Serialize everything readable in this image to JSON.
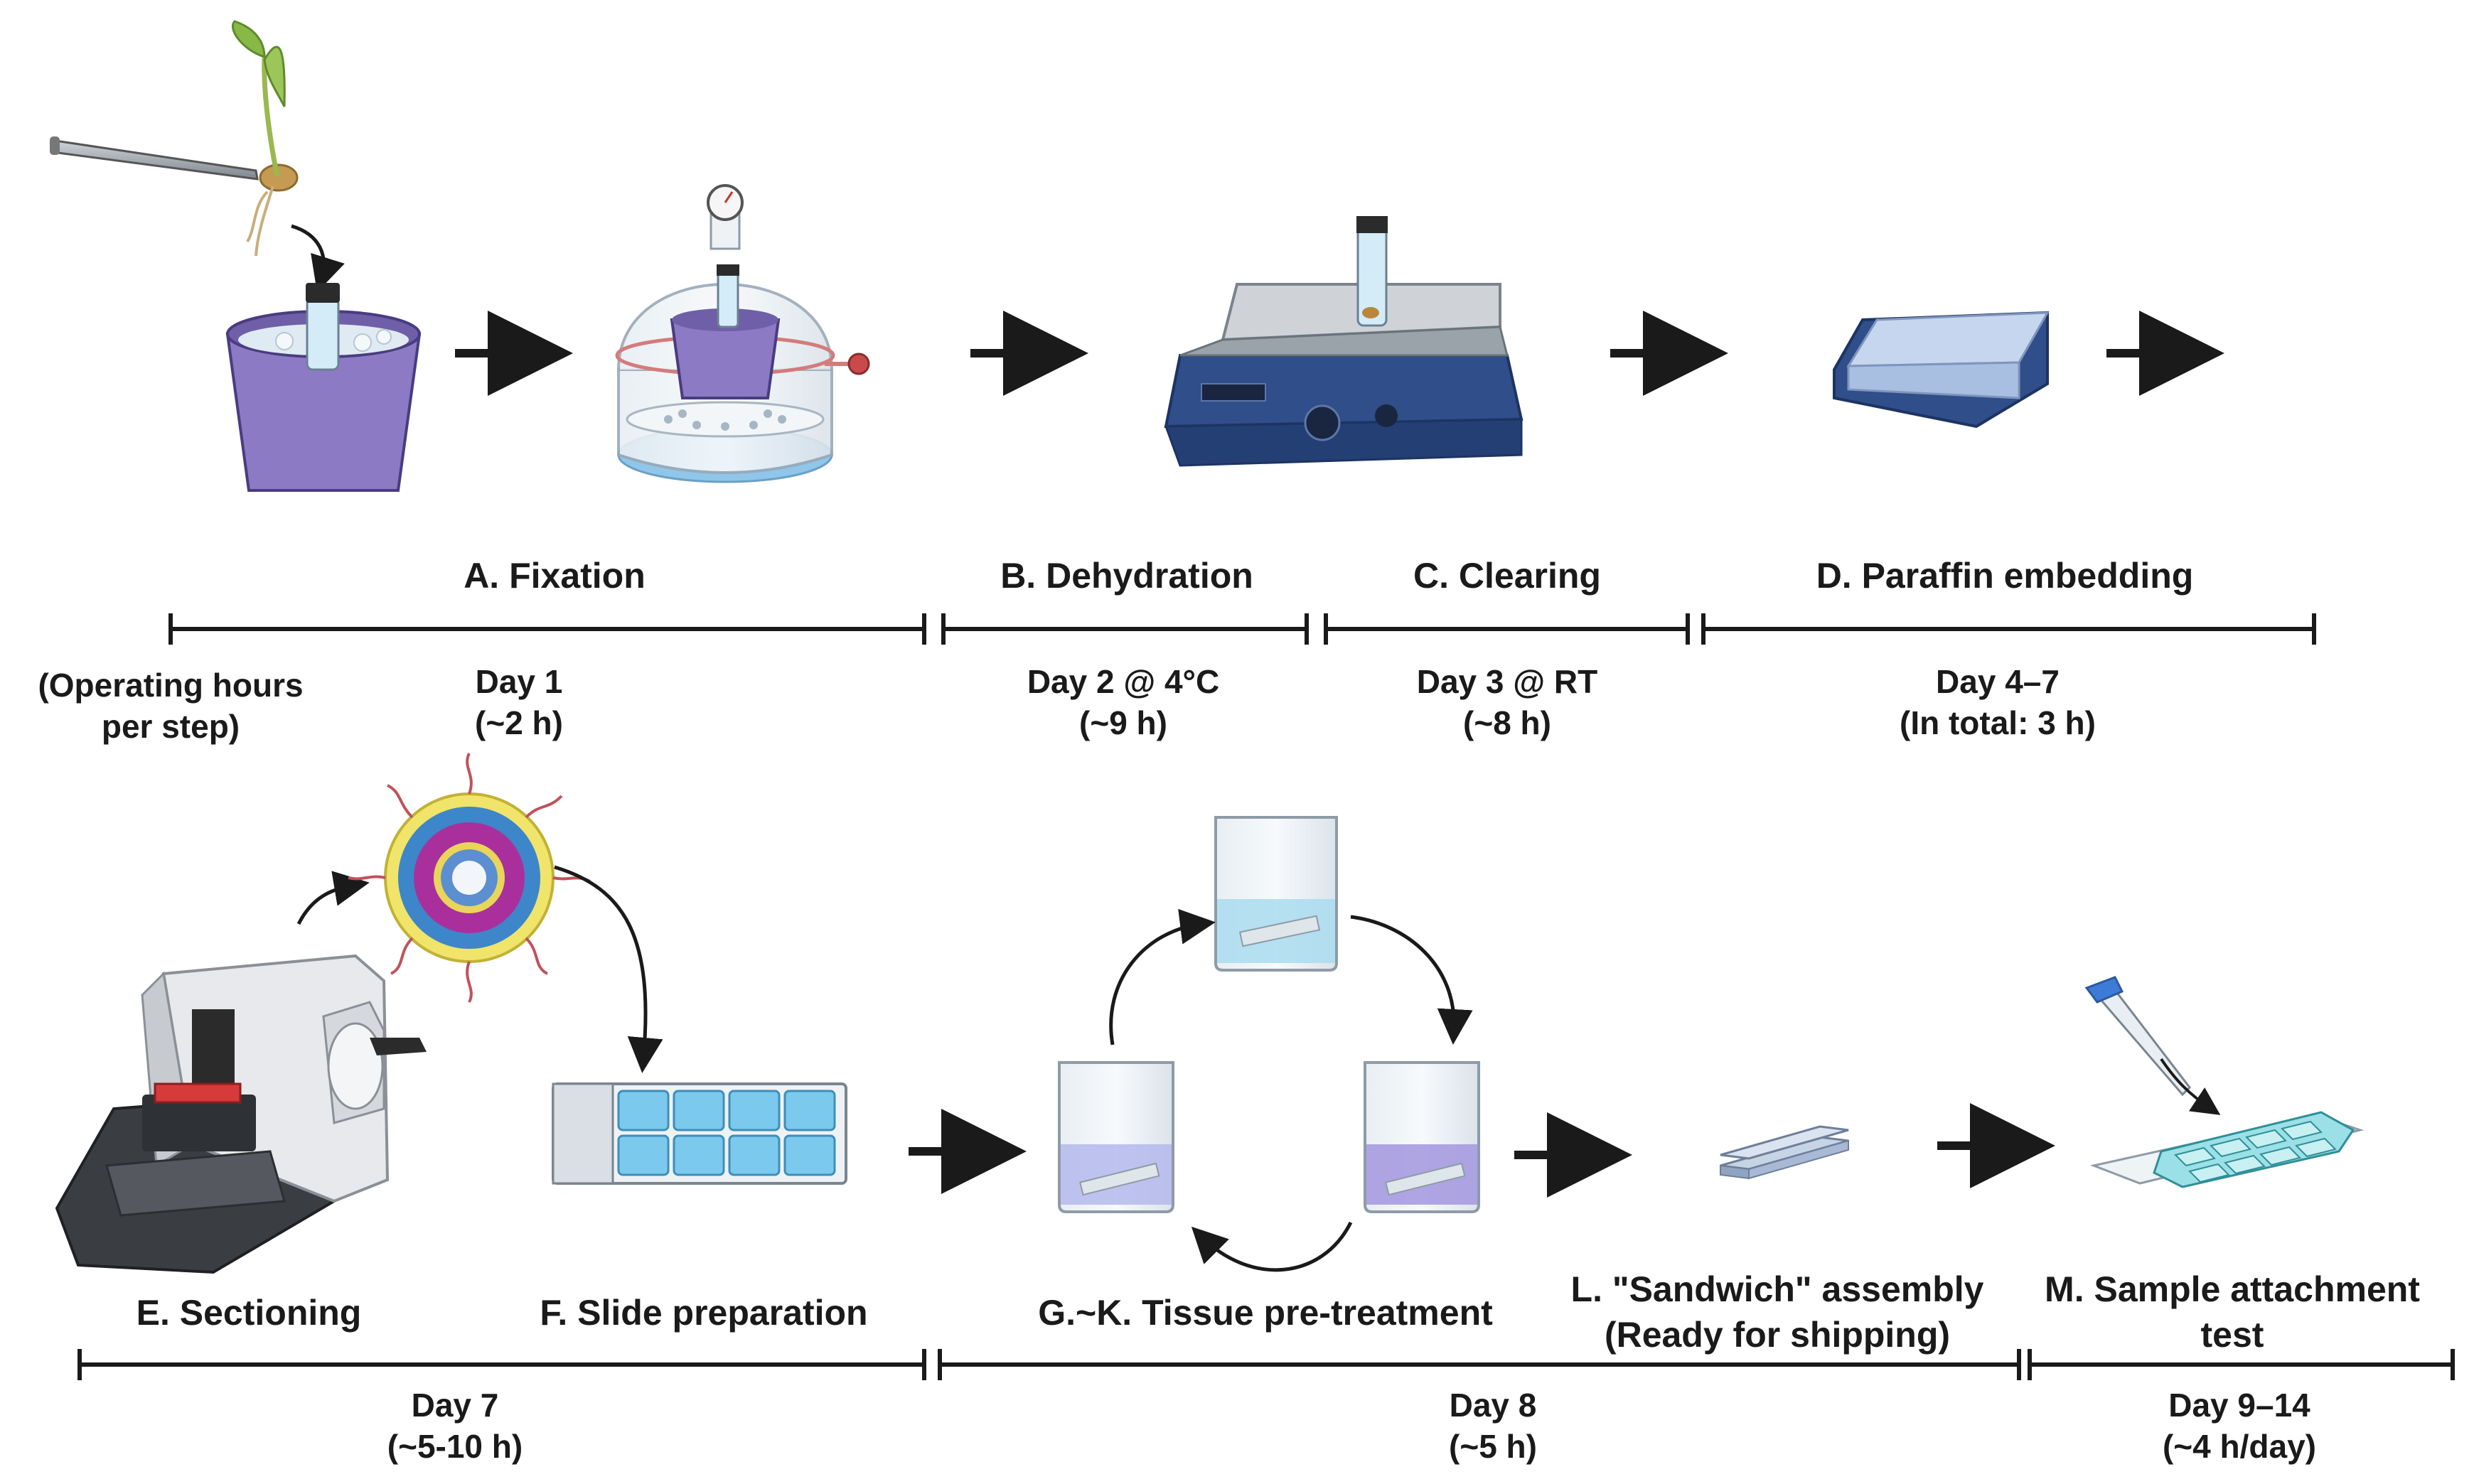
{
  "steps": {
    "A": "A. Fixation",
    "B": "B. Dehydration",
    "C": "C. Clearing",
    "D": "D. Paraffin embedding",
    "E": "E. Sectioning",
    "F": "F. Slide preparation",
    "GK": "G.~K. Tissue pre-treatment",
    "L1": "L. \"Sandwich\" assembly",
    "L2": "(Ready for shipping)",
    "M1": "M. Sample attachment",
    "M2": "test"
  },
  "operating_note": {
    "line1": "(Operating hours",
    "line2": "per step)"
  },
  "timeline": {
    "day1": {
      "day": "Day 1",
      "hours": "(~2 h)"
    },
    "day2": {
      "day": "Day 2 @ 4°C",
      "hours": "(~9  h)"
    },
    "day3": {
      "day": "Day 3 @ RT",
      "hours": "(~8 h)"
    },
    "day47": {
      "day": "Day 4–7",
      "hours": "(In total: 3 h)"
    },
    "day7": {
      "day": "Day 7",
      "hours": "(~5-10 h)"
    },
    "day8": {
      "day": "Day 8",
      "hours": "(~5 h)"
    },
    "day914": {
      "day": "Day 9–14",
      "hours": "(~4 h/day)"
    }
  },
  "colors": {
    "pot": "#8c7bc4",
    "pot_dark": "#6f5fa8",
    "stirrer_blue": "#2f4e8a",
    "slide_well": "#7cc9ee",
    "beaker_water": "#a9dcef",
    "beaker_purple": "#a79be0",
    "arrow": "#1a1a1a"
  },
  "icons": [
    "forceps-seedling-icon",
    "flower-pot-icon",
    "vacuum-desiccator-icon",
    "stirring-hotplate-icon",
    "paraffin-block-icon",
    "microtome-icon",
    "root-cross-section-icon",
    "well-slide-icon",
    "beaker-icon",
    "slide-sandwich-icon",
    "pipette-chamber-slide-icon"
  ]
}
